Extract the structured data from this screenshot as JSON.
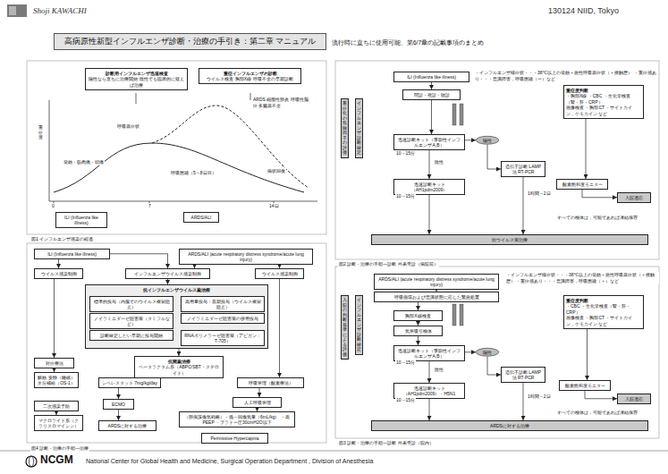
{
  "diagram": {
    "title": "高病原性新型インフルエンザ診断・治療の手引き：第二章 マニュアル",
    "nodes": [
      {
        "text": [
          "診断用インフルエンザ迅速検査",
          "陽性なら直ちに治療開始 陰性でも臨床的に疑えば治療"
        ]
      },
      {
        "text": [
          "重症インフルエンザの診断",
          "ウイルス検査 胸部X線 呼吸不全の早期診断"
        ]
      },
      {
        "text": [
          "ILI (Influenza like illness)"
        ]
      },
      {
        "text": [
          "ARDS/ALI"
        ]
      },
      {
        "text": [
          "ILI (Influenza like illness)"
        ]
      },
      {
        "text": [
          "問診・視診・聴診"
        ]
      },
      {
        "text": [
          "重症化の危険因子の評価"
        ]
      },
      {
        "text": [
          "インフルエンザ診断確定"
        ]
      },
      {
        "text": [
          "迅速診断キット（季節性インフルエンザA,B）"
        ]
      },
      {
        "text": [
          "迅速診断キット（AH1pdm2009）"
        ]
      },
      {
        "text": [
          "陽性"
        ]
      },
      {
        "text": [
          "遺伝子診断 LAMP法 RT-PCR"
        ]
      },
      {
        "text": [
          "重症度判断",
          "・胸部X線 ・CBC ・生化学検査（腎・肝・CRP）",
          "画像検査 ・胸部CT ・サイトカイン，ケモカイン など"
        ]
      },
      {
        "text": [
          "酸素飽和度モニター"
        ]
      },
      {
        "text": [
          "入院適応"
        ]
      },
      {
        "text": [
          "抗ウイルス薬治療"
        ]
      },
      {
        "text": [
          "ARDS/ALI (acute respiratory distress syndrome/acute lung injury)"
        ]
      },
      {
        "text": [
          "呼吸循環および意識状態に応じた緊急処置"
        ]
      },
      {
        "text": [
          "入院の判断基準による評価"
        ]
      },
      {
        "text": [
          "インフルエンザ診断確定"
        ]
      },
      {
        "text": [
          "胸部X線検査"
        ]
      },
      {
        "text": [
          "気管吸引検体"
        ]
      },
      {
        "text": [
          "迅速診断キット（季節性インフルエンザA,B）"
        ]
      },
      {
        "text": [
          "迅速診断キット（AH1pdm2009）・H5N1"
        ]
      },
      {
        "text": [
          "陽性"
        ]
      },
      {
        "text": [
          "遺伝子診断 LAMP法 RT-PCR"
        ]
      },
      {
        "text": [
          "重症度判断",
          "・CBC ・生化学検査（腎・肝・CRP）",
          "画像検査 ・胸部CT ・サイトカイン，ケモカイン など"
        ]
      },
      {
        "text": [
          "酸素飽和度モニター"
        ]
      },
      {
        "text": [
          "入院適応"
        ]
      },
      {
        "text": [
          "ARDSに対する治療"
        ]
      },
      {
        "text": [
          "ILI (Influenza like illness)"
        ]
      },
      {
        "text": [
          "ARDS/ALI (acute respiratory distress syndrome/acute lung injury)"
        ]
      },
      {
        "text": [
          "ウイルス感染制御"
        ]
      },
      {
        "text": [
          "インフルエンザウイルス感染制御"
        ]
      },
      {
        "text": [
          "ウイルス感染制御"
        ]
      },
      {
        "text": [
          "抗インフルエンザウイルス薬治療"
        ]
      },
      {
        "text": [
          "標準的投与（内服でのウイルス複製阻止）"
        ],
        "in": 35
      },
      {
        "text": [
          "高用量投与・長期投与（ウイルス複製阻止）"
        ],
        "in": 35
      },
      {
        "text": [
          "ノイラミニダーゼ阻害薬（タミフルなど）"
        ],
        "in": 35
      },
      {
        "text": [
          "ノイラミニダーゼ阻害薬の併用投与"
        ],
        "in": 35
      },
      {
        "text": [
          "診断確定しだい早期に投与開始"
        ],
        "in": 35
      },
      {
        "text": [
          "RNAポリメラーゼ阻害薬（アビガン：T-705）"
        ],
        "in": 35
      },
      {
        "text": [
          "抗菌薬治療",
          "ベータラクタム系（ABPC/SBT・ステロイド）"
        ]
      },
      {
        "text": [
          "対症療法"
        ]
      },
      {
        "text": [
          "解熱 安静（睡眠） 水分補給（OS-1）"
        ]
      },
      {
        "text": [
          "二次感染予防"
        ]
      },
      {
        "text": [
          "マクロライド系（クラリスロマイシン）"
        ]
      },
      {
        "text": [
          "シベレスタット 7mg/kg/day"
        ]
      },
      {
        "text": [
          "呼吸管理（酸素療法）"
        ]
      },
      {
        "text": [
          "ECMO"
        ]
      },
      {
        "text": [
          "人工呼吸管理"
        ]
      },
      {
        "text": [
          "（肺保護換気戦略）・低一回換気量（6mL/kg） ・高PEEP ・プラトー圧30cmH2O以下"
        ]
      },
      {
        "text": [
          "ARDSに対する治療"
        ]
      },
      {
        "text": [
          "Permissive Hypercapnia"
        ]
      }
    ],
    "edges": [
      {
        "from": 4,
        "to": 5,
        "arrow": "to"
      },
      {
        "from": 5,
        "to": 8,
        "arrow": "to"
      },
      {
        "from": 8,
        "to": 9,
        "arrow": "to"
      },
      {
        "from": 8,
        "to": 10,
        "arrow": "to"
      },
      {
        "from": 10,
        "to": 11,
        "arrow": "to"
      },
      {
        "from": 9,
        "to": 15,
        "arrow": "to"
      },
      {
        "from": 11,
        "to": 15,
        "arrow": "to"
      },
      {
        "from": 12,
        "to": 13,
        "arrow": "to"
      },
      {
        "from": 13,
        "to": 14,
        "arrow": "to"
      },
      {
        "from": 16,
        "to": 17,
        "arrow": "to"
      },
      {
        "from": 17,
        "to": 20,
        "arrow": "to"
      },
      {
        "from": 20,
        "to": 21,
        "arrow": "to"
      },
      {
        "from": 21,
        "to": 22,
        "arrow": "to"
      },
      {
        "from": 22,
        "to": 23,
        "arrow": "to"
      },
      {
        "from": 22,
        "to": 24,
        "arrow": "to"
      },
      {
        "from": 24,
        "to": 25,
        "arrow": "to"
      },
      {
        "from": 23,
        "to": 29,
        "arrow": "to"
      },
      {
        "from": 25,
        "to": 29,
        "arrow": "to"
      },
      {
        "from": 26,
        "to": 27,
        "arrow": "to"
      },
      {
        "from": 27,
        "to": 28,
        "arrow": "to"
      },
      {
        "from": 30,
        "to": 32,
        "arrow": "to"
      },
      {
        "from": 30,
        "to": 33,
        "arrow": "to"
      },
      {
        "from": 31,
        "to": 33,
        "arrow": "to"
      },
      {
        "from": 31,
        "to": 34,
        "arrow": "to"
      },
      {
        "from": 33,
        "to": 35,
        "arrow": "to"
      },
      {
        "from": 32,
        "to": 43,
        "arrow": "to"
      },
      {
        "from": 43,
        "to": 44,
        "arrow": "to"
      },
      {
        "from": 45,
        "to": 46,
        "arrow": "to"
      },
      {
        "from": 35,
        "to": 42,
        "arrow": "to"
      },
      {
        "from": 34,
        "to": 48,
        "arrow": "to"
      },
      {
        "from": 48,
        "to": 50,
        "arrow": "to"
      },
      {
        "from": 50,
        "to": 51,
        "arrow": "to"
      },
      {
        "from": 42,
        "to": 47,
        "arrow": "to"
      },
      {
        "from": 47,
        "to": 49,
        "arrow": "to"
      },
      {
        "from": 49,
        "to": 52,
        "arrow": "to"
      }
    ],
    "labels": [
      "Shoji KAWACHI",
      "130124 NIID, Tokyo",
      "流行時に直ちに使用可能、第6/7章の記載事項のまとめ",
      "図1 インフルエンザ感染の経過",
      "発熱・筋肉痛・頭痛",
      "呼吸器症状",
      "呼吸困難（5～8日目）",
      "ARDS 細菌性肺炎 呼吸性脳症 多臓器不全",
      "病状回復",
      "0",
      "7",
      "14日",
      "重症度",
      "・インフルエンザ様症状・・・38℃以上の発熱＋急性呼吸器症状（＋接触歴） ・重症感あり・・・意識障害，呼吸困難（ー）など",
      "10～15分",
      "10～15分",
      "1時間～2日",
      "陰性",
      "すべての検体は，可能であれば凍結保存",
      "図2 診断・治療の手順―診断 外来受診（病院前）",
      "・インフルエンザ様症状・・・38℃以上の発熱＋急性呼吸器症状（＋接触歴） ・重症感あり・・・意識障害，呼吸困難（＋）など",
      "10～15分",
      "10～15分",
      "1時間～2日",
      "陰性",
      "すべての検体は，可能であれば凍結保存",
      "図3 診断・治療の手順―診断 外来受診（院内）",
      "図4 診断・治療の手順―治療",
      "NCGM",
      "National Center for Global Health and Medicine, Surgical Operation Department , Division of Anesthesia"
    ]
  }
}
